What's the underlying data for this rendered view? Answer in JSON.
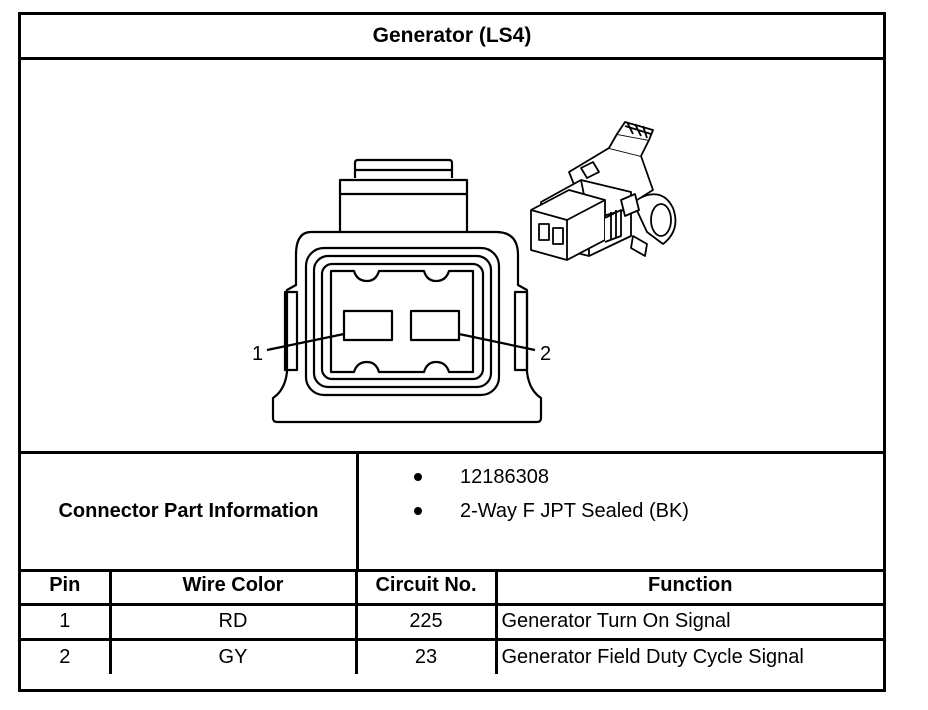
{
  "title": "Generator (LS4)",
  "figure": {
    "callouts": [
      "1",
      "2"
    ]
  },
  "connector_info": {
    "label": "Connector Part Information",
    "items": [
      "12186308",
      "2-Way F JPT Sealed (BK)"
    ]
  },
  "pin_table": {
    "headers": [
      "Pin",
      "Wire Color",
      "Circuit No.",
      "Function"
    ],
    "rows": [
      {
        "pin": "1",
        "wire_color": "RD",
        "circuit": "225",
        "function": "Generator Turn On Signal"
      },
      {
        "pin": "2",
        "wire_color": "GY",
        "circuit": "23",
        "function": "Generator Field Duty Cycle Signal"
      }
    ]
  }
}
